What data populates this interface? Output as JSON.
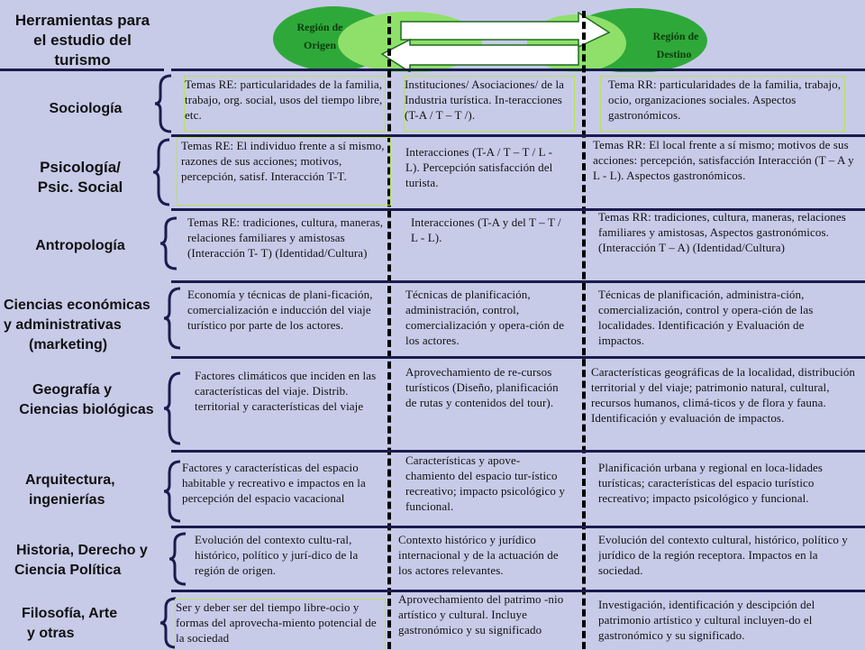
{
  "header": {
    "title_lines": [
      "Herramientas para",
      "el estudio del",
      "turismo"
    ],
    "origin_label": [
      "Región de",
      "Origen"
    ],
    "dest_label": [
      "Región de",
      "Destino"
    ]
  },
  "rows": [
    {
      "discipline": [
        "Sociología"
      ],
      "origin": "Temas RE: particularidades de la familia, trabajo, org. social, usos del tiempo libre, etc.",
      "transit": "Instituciones/ Asociaciones/ de la Industria turística. In-teracciones  (T-A  /  T – T /).",
      "dest": "Tema RR: particularidades de la familia, trabajo, ocio, organizaciones sociales. Aspectos gastronómicos."
    },
    {
      "discipline": [
        "Psicología/",
        "Psic. Social"
      ],
      "origin": "Temas RE: El individuo  frente a sí mismo, razones de sus acciones; motivos, percepción, satisf. Interacción T-T.",
      "transit": "Interacciones  (T-A /  T – T / L - L). Percepción satisfacción del turista.",
      "dest": "Temas RR: El  local  frente a sí mismo; motivos de sus acciones: percepción, satisfacción Interacción   (T – A  y L - L). Aspectos gastronómicos."
    },
    {
      "discipline": [
        "Antropología"
      ],
      "origin": "Temas RE: tradiciones, cultura, maneras, relaciones familiares y amistosas (Interacción T- T) (Identidad/Cultura)",
      "transit": "Interacciones (T-A  y del  T – T  / L - L).",
      "dest": "Temas RR: tradiciones, cultura, maneras, relaciones familiares y amistosas, Aspectos gastronómicos. (Interacción  T – A) (Identidad/Cultura)"
    },
    {
      "discipline": [
        "Ciencias económicas",
        "y administrativas",
        "(marketing)"
      ],
      "origin": "Economía y técnicas de plani-ficación, comercialización   e inducción del viaje turístico por parte de los actores.",
      "transit": "Técnicas de planificación, administración, control, comercialización  y opera-ción de los actores.",
      "dest": "Técnicas de planificación, administra-ción, comercialización,  control  y opera-ción de las localidades. Identificación y Evaluación  de impactos."
    },
    {
      "discipline": [
        "Geografía y",
        "Ciencias biológicas"
      ],
      "origin": "Factores climáticos que inciden en las características del viaje.  Distrib. territorial y características del viaje",
      "transit": "Aprovechamiento de re-cursos turísticos (Diseño, planificación  de rutas y contenidos del tour).",
      "dest": "Características geográficas de la localidad, distribución territorial y del viaje; patrimonio natural, cultural,  recursos humanos, climá-ticos y de flora y fauna. Identificación y evaluación  de impactos."
    },
    {
      "discipline": [
        "Arquitectura,",
        "ingenierías"
      ],
      "origin": "Factores y características del espacio habitable y recreativo e impactos en la  percepción del espacio vacacional",
      "transit": "Características y apove-chamiento del espacio tur-ístico recreativo; impacto psicológico  y  funcional.",
      "dest": "Planificación   urbana y regional  en loca-lidades turísticas;  características del espacio turístico recreativo; impacto psicológico  y funcional."
    },
    {
      "discipline": [
        "Historia, Derecho y",
        "Ciencia Política"
      ],
      "origin": "Evolución  del contexto cultu-ral, histórico, político  y jurí-dico de la región de origen.",
      "transit": "Contexto histórico y jurídico internacional y de la actuación de los actores relevantes.",
      "dest": "Evolución del contexto cultural, histórico, político  y jurídico de la región receptora. Impactos en la sociedad."
    },
    {
      "discipline": [
        "Filosofía, Arte",
        "y otras"
      ],
      "origin": "Ser y deber ser del tiempo libre-ocio y formas del aprovecha-miento potencial de la sociedad",
      "transit": "Aprovechamiento del patrimo -nio artístico y cultural. Incluye gastronómico y su significado",
      "dest": "Investigación, identificación y descipción del patrimonio artístico y cultural incluyen-do el gastronómico y su significado."
    }
  ]
}
